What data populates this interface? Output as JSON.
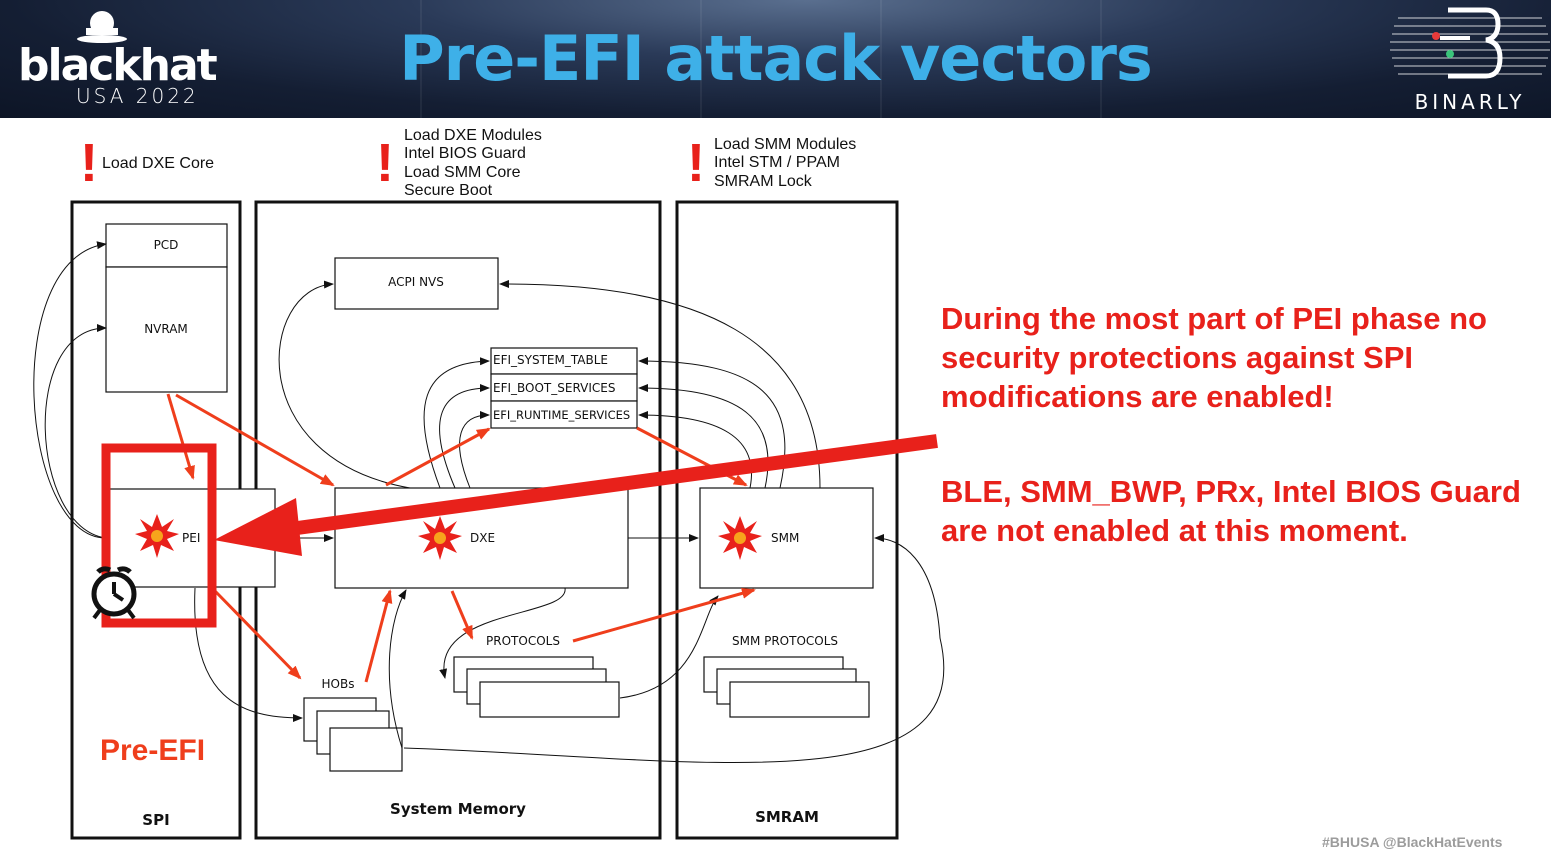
{
  "header": {
    "event_logo": {
      "word": "blackhat",
      "sub": "USA 2022"
    },
    "title": "Pre-EFI attack vectors",
    "company_logo": "BINARLY"
  },
  "stages": {
    "dxe_core": "Load DXE Core",
    "dxe_modules": [
      "Load DXE Modules",
      "Intel BIOS Guard",
      "Load SMM Core",
      "Secure Boot"
    ],
    "smm_modules": [
      "Load SMM Modules",
      "Intel STM / PPAM",
      "SMRAM Lock"
    ]
  },
  "regions": {
    "spi": "SPI",
    "system_memory": "System Memory",
    "smram": "SMRAM"
  },
  "boxes": {
    "pcd": "PCD",
    "nvram": "NVRAM",
    "pei": "PEI",
    "acpi_nvs": "ACPI NVS",
    "system_table": "EFI_SYSTEM_TABLE",
    "boot_services": "EFI_BOOT_SERVICES",
    "runtime_services": "EFI_RUNTIME_SERVICES",
    "dxe": "DXE",
    "smm": "SMM",
    "protocols": "PROTOCOLS",
    "smm_protocols": "SMM PROTOCOLS",
    "hobs": "HOBs"
  },
  "pre_efi_label": "Pre-EFI",
  "notes": [
    [
      "During the most part of PEI phase no",
      "security protections against SPI",
      "modifications are enabled!"
    ],
    [
      "BLE, SMM_BWP, PRx, Intel BIOS Guard",
      "are not enabled at this moment."
    ]
  ],
  "footer": "#BHUSA   @BlackHatEvents",
  "colors": {
    "title": "#3eb0e8",
    "alert": "#e8211b",
    "arrow": "#ef3e1c"
  },
  "icons": [
    "exclamation-icon",
    "explosion-icon",
    "alarm-clock-icon",
    "binarly-logo-icon",
    "blackhat-logo-icon"
  ]
}
